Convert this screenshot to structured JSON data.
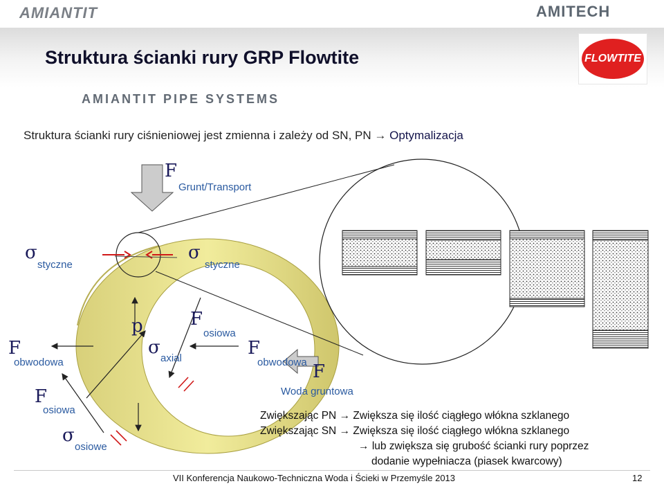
{
  "header": {
    "logo_left": "AMIANTIT",
    "logo_right": "AMITECH",
    "title": "Struktura ścianki rury GRP Flowtite",
    "flowtite_logo": "FLOWTITE",
    "banner": "AMIANTIT PIPE SYSTEMS"
  },
  "subtitle": {
    "text": "Struktura ścianki rury ciśnieniowej jest zmienna i zależy od SN, PN",
    "arrow": "→",
    "highlight": "Optymalizacja"
  },
  "diagram": {
    "f_symbol": "F",
    "sigma_symbol": "σ",
    "p_symbol": "p",
    "grunt_transport": "Grunt/Transport",
    "styczne": "styczne",
    "obwodowa": "obwodowa",
    "osiowa": "osiowa",
    "axial": "axial",
    "osiowe": "osiowe",
    "woda_gruntowa": "Woda gruntowa"
  },
  "notes": {
    "line1_a": "Zwiększając PN",
    "line1_b": "Zwiększa się ilość ciągłego włókna szklanego",
    "line2_a": "Zwiększając SN",
    "line2_b": "Zwiększa się ilość ciągłego włókna szklanego",
    "line3": "lub zwiększa się grubość ścianki rury poprzez",
    "line4": "dodanie wypełniacza (piasek kwarcowy)",
    "arrow": "→"
  },
  "footer": {
    "text": "VII Konferencja Naukowo-Techniczna Woda i Ścieki w Przemyśle 2013",
    "page": "12"
  },
  "colors": {
    "pipe": "#e7e08e",
    "pipe_dark": "#b9b050",
    "arrow_red": "#d01818",
    "symbol": "#1a1a5a",
    "label": "#2a5aa0"
  }
}
